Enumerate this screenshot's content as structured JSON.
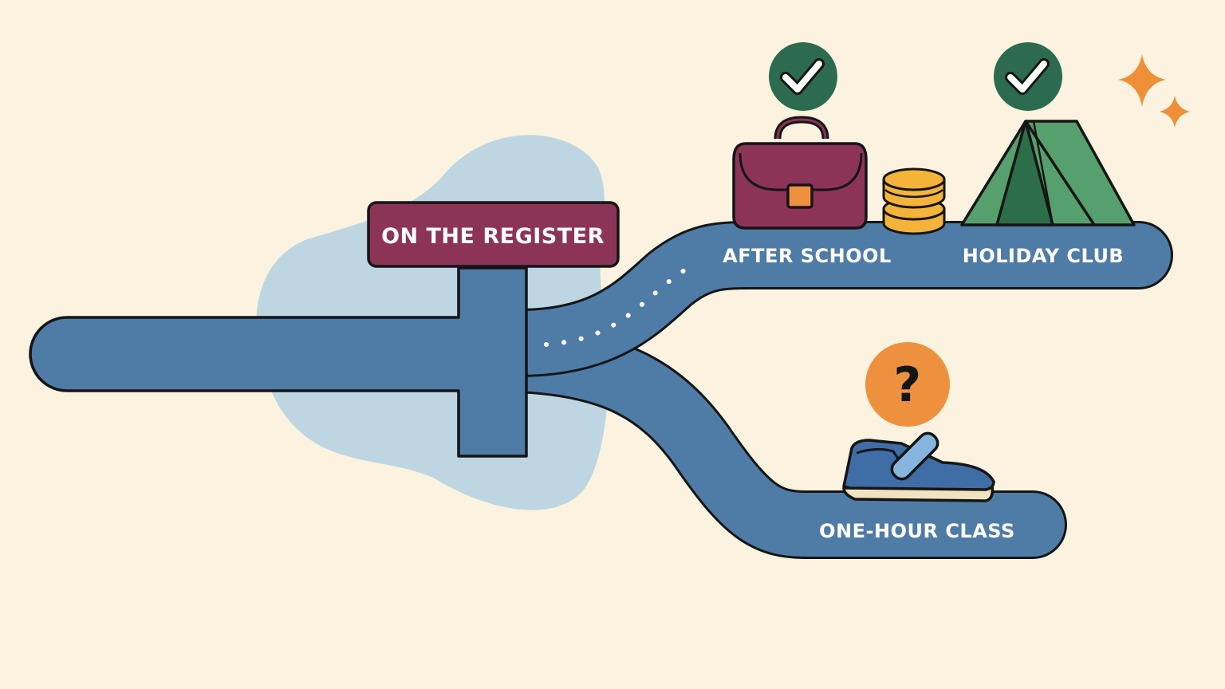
{
  "diagram": {
    "signpost_label": "ON THE REGISTER",
    "branches": [
      {
        "label": "AFTER SCHOOL",
        "status": "checked",
        "icon": "school-bag-icon"
      },
      {
        "label": "HOLIDAY CLUB",
        "status": "checked",
        "icon": "tent-icon"
      },
      {
        "label": "ONE-HOUR CLASS",
        "status": "question",
        "icon": "shoe-icon"
      }
    ],
    "question_mark": "?",
    "extra_icons": [
      "coins-icon",
      "sparkle-icon"
    ]
  },
  "colors": {
    "background": "#fbf3df",
    "blob": "#bdd6e2",
    "road": "#4f7ba7",
    "sign": "#8c3458",
    "check_badge": "#2c6b4f",
    "question_badge": "#ee913f",
    "tent": "#55a06c",
    "coins": "#f4b43a",
    "sparkle": "#ef9038"
  }
}
